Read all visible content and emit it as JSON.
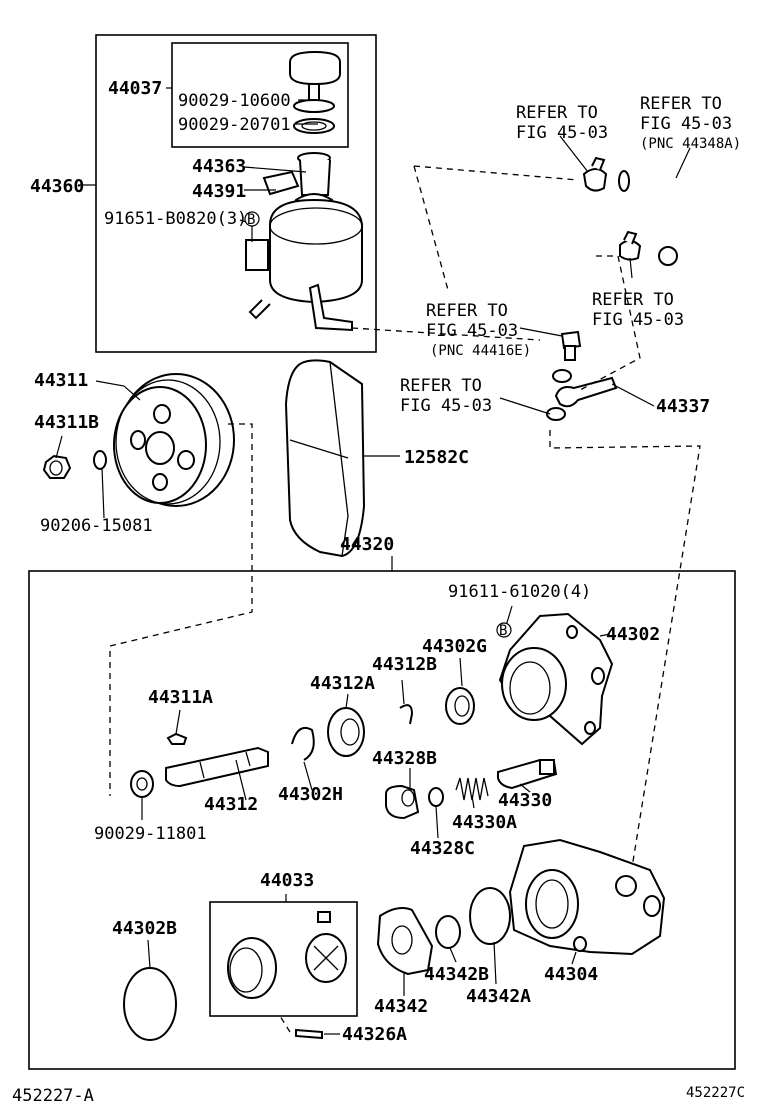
{
  "ref_pump_assembly": "44320",
  "reservoir_group": {
    "assembly": "44360",
    "cap_set": "44037",
    "cap_parts": [
      "90029-10600",
      "90029-20701"
    ],
    "filler_neck": "44363",
    "band": "44391",
    "bolt": "91651-B0820(3)",
    "bolt_marker": "B"
  },
  "refer_notes": {
    "hose_clamp": "REFER TO\nFIG 45-03",
    "hose": "REFER TO\nFIG 45-03",
    "hose_pnc": "(PNC 44348A)",
    "clamp_lower": "REFER TO\nFIG 45-03",
    "union_bolt": "REFER TO\nFIG 45-03",
    "union_pnc": "(PNC 44416E)",
    "gasket": "REFER TO\nFIG 45-03"
  },
  "parts": {
    "union_bolt": "44337",
    "pulley": "44311",
    "pulley_nut": "44311B",
    "washer": "90206-15081",
    "v_belt": "12582C",
    "body_bolt": "91611-61020(4)",
    "body_bolt_marker": "B",
    "front_housing": "44302",
    "oil_seal": "44302G",
    "snap_ring_b": "44312B",
    "bearing": "44312A",
    "key": "44311A",
    "shaft": "44312",
    "snap_ring": "44302H",
    "spacer": "90029-11801",
    "plug": "44328B",
    "o_ring": "44328C",
    "spring": "44330A",
    "flow_valve": "44330",
    "kit": "44033",
    "o_ring_large": "44302B",
    "cam_ring": "44342",
    "side_plate": "44342B",
    "gasket_rear": "44342A",
    "rear_housing": "44304",
    "pin": "44326A"
  },
  "footer": {
    "left": "452227-A",
    "right": "452227C"
  }
}
